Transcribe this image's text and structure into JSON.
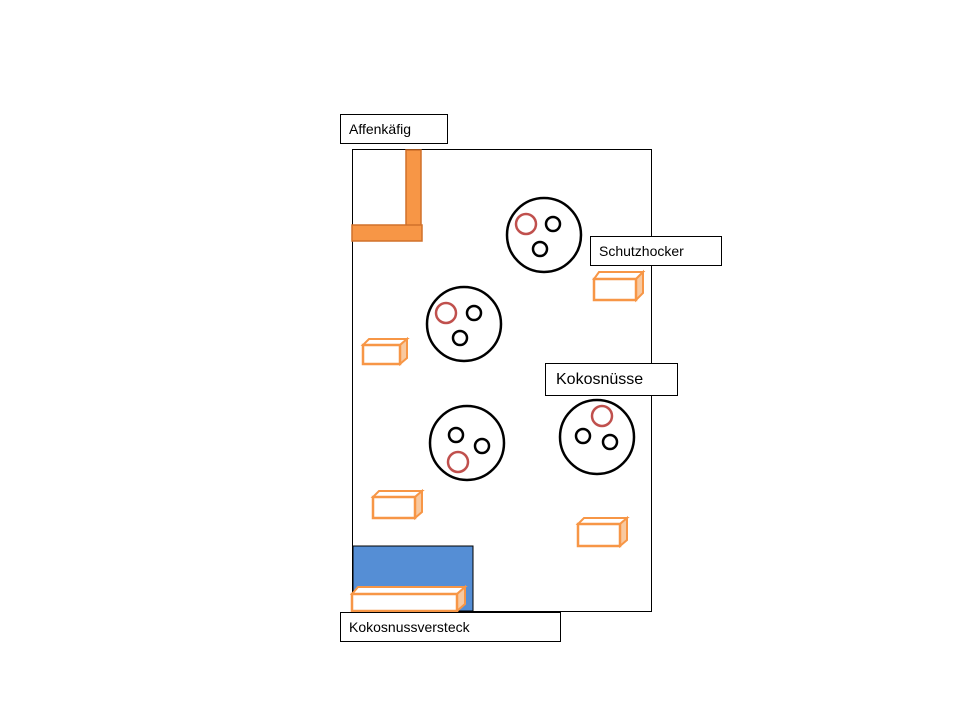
{
  "labels": {
    "cage": "Affenkäfig",
    "stools": "Schutzhocker",
    "coconuts": "Kokosnüsse",
    "hideout": "Kokosnussversteck"
  },
  "colors": {
    "enclosure_border": "#000000",
    "cage_fill": "#f79646",
    "cage_stroke": "#d0702a",
    "stool_stroke": "#f79646",
    "stool_side": "#f8c9a0",
    "hideout_fill": "#558ed5",
    "coconut_black": "#000000",
    "coconut_red": "#c0504d"
  }
}
